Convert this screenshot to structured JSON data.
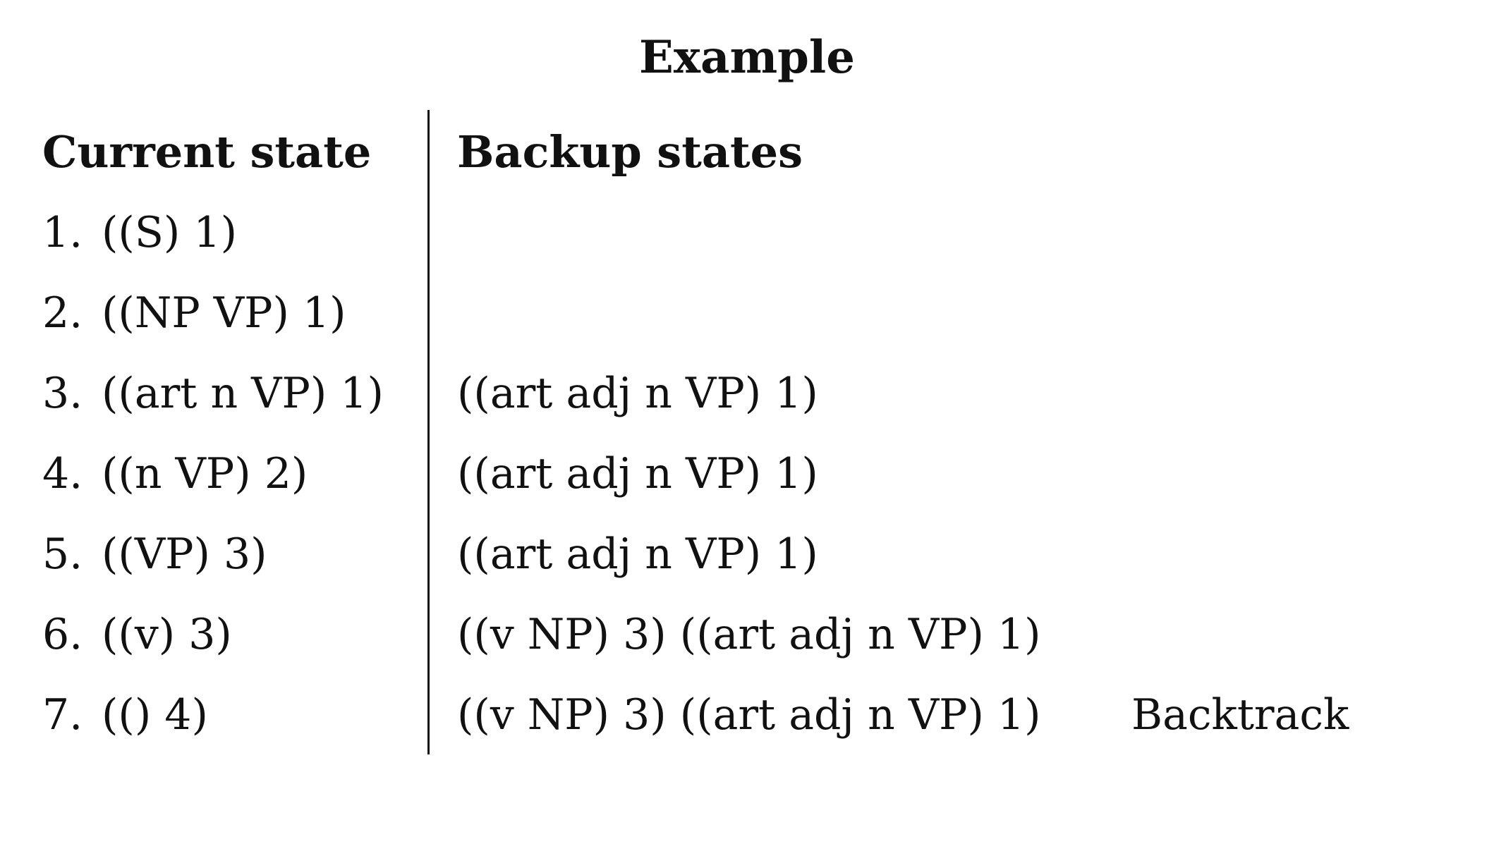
{
  "title": "Example",
  "headers": {
    "current": "Current state",
    "backup": "Backup states"
  },
  "rows": [
    {
      "num": "1.",
      "current": "((S) 1)",
      "backup": "",
      "note": ""
    },
    {
      "num": "2.",
      "current": "((NP VP) 1)",
      "backup": "",
      "note": ""
    },
    {
      "num": "3.",
      "current": "((art n VP) 1)",
      "backup": "((art adj n VP) 1)",
      "note": ""
    },
    {
      "num": "4.",
      "current": "((n VP) 2)",
      "backup": "((art adj n VP) 1)",
      "note": ""
    },
    {
      "num": "5.",
      "current": "((VP) 3)",
      "backup": "((art adj n VP) 1)",
      "note": ""
    },
    {
      "num": "6.",
      "current": "((v) 3)",
      "backup": "((v NP) 3) ((art adj n VP) 1)",
      "note": ""
    },
    {
      "num": "7.",
      "current": "(() 4)",
      "backup": "((v NP) 3) ((art adj n VP) 1)",
      "note": "Backtrack"
    }
  ]
}
